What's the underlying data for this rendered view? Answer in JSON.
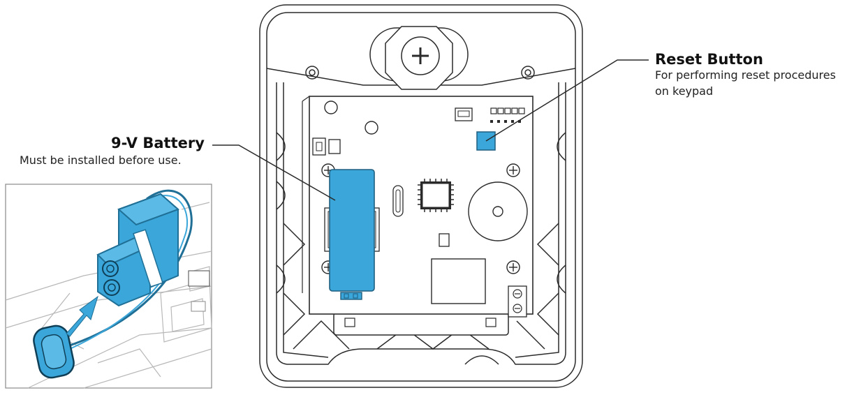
{
  "callouts": {
    "battery": {
      "title": "9-V Battery",
      "description": "Must be installed before use."
    },
    "reset": {
      "title": "Reset Button",
      "description_line1": "For performing reset procedures",
      "description_line2": "on keypad"
    }
  },
  "colors": {
    "accent_blue": "#3aa6d9",
    "accent_stroke": "#1f6f96",
    "line": "#2a2a2a",
    "inset_line": "#9a9a9a"
  },
  "icons": [
    "screw-icon",
    "arrow-icon",
    "battery-icon",
    "buzzer-icon",
    "chip-icon"
  ]
}
